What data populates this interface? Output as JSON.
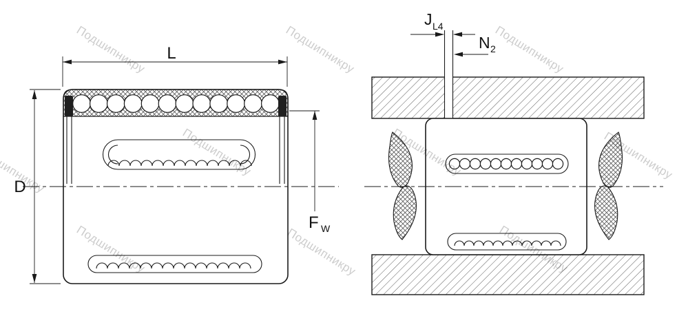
{
  "watermark": {
    "text": "Подшипникру"
  },
  "colors": {
    "line": "#1a1a1a",
    "watermark": "#c7c7c7",
    "background": "#ffffff"
  },
  "labels": {
    "L": "L",
    "D": "D",
    "F": "F",
    "F_sub": "W",
    "J": "J",
    "J_sub": "L4",
    "N": "N",
    "N_sub": "2"
  }
}
